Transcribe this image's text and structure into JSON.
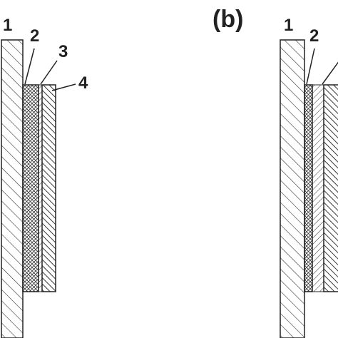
{
  "panels": {
    "a": {
      "labels": {
        "layer1": "1",
        "layer2": "2",
        "layer3": "3",
        "layer4": "4"
      }
    },
    "b": {
      "title": "(b)",
      "labels": {
        "layer1": "1",
        "layer2": "2"
      }
    }
  },
  "colors": {
    "stroke": "#222222",
    "background": "#ffffff"
  }
}
